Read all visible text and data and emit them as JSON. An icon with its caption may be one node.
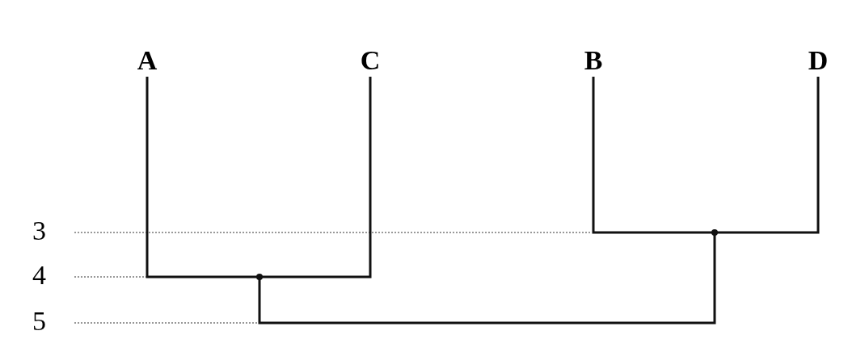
{
  "diagram": {
    "nodes": [
      {
        "text": [
          "A"
        ]
      },
      {
        "text": [
          "C"
        ]
      },
      {
        "text": [
          "B"
        ]
      },
      {
        "text": [
          "D"
        ]
      },
      {
        "text": [],
        "shape": "point"
      },
      {
        "text": [],
        "shape": "point"
      }
    ],
    "edges": [
      {
        "from": 0,
        "to": 4,
        "arrow": "none"
      },
      {
        "from": 1,
        "to": 4,
        "arrow": "none"
      },
      {
        "from": 2,
        "to": 5,
        "arrow": "none"
      },
      {
        "from": 3,
        "to": 5,
        "arrow": "none"
      },
      {
        "from": 4,
        "to": 5,
        "arrow": "none"
      }
    ],
    "labels": [
      "3",
      "4",
      "5"
    ]
  }
}
